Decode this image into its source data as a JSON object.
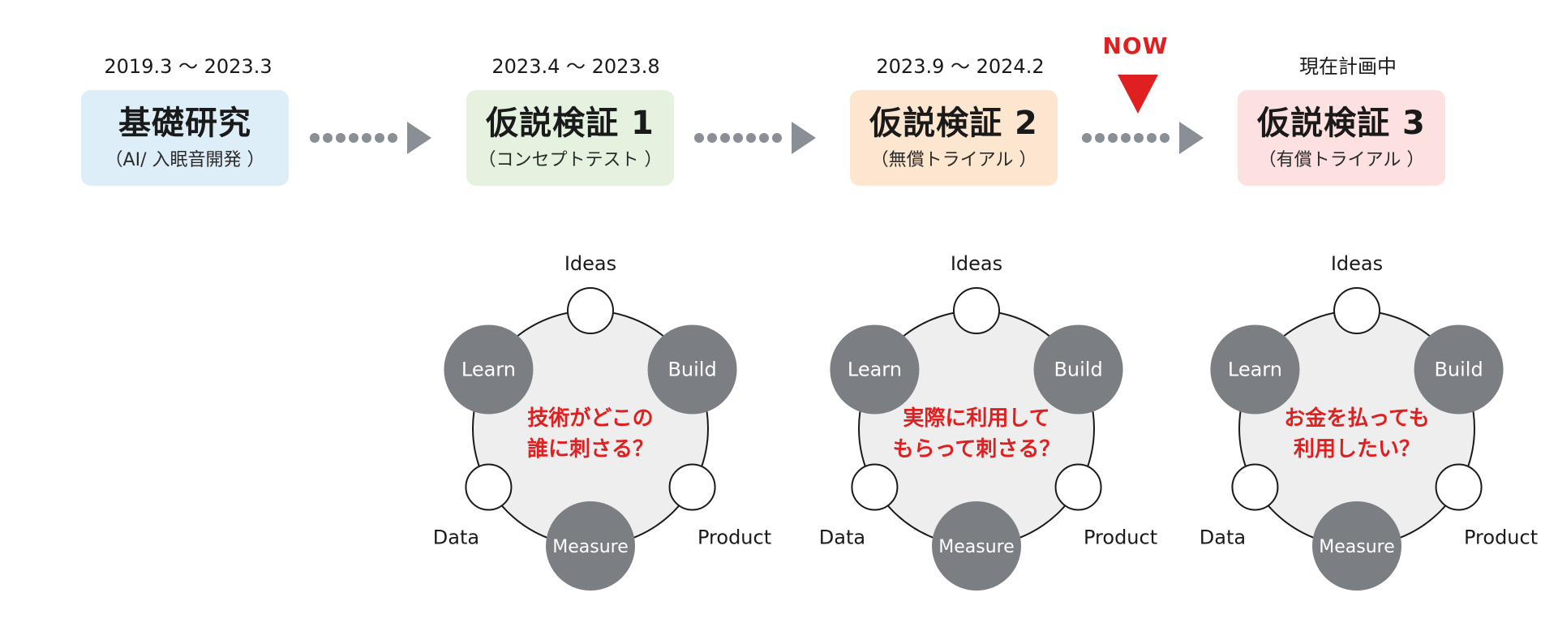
{
  "timeline": {
    "now_label": "NOW",
    "stages": [
      {
        "date": "2019.3 〜 2023.3",
        "title": "基礎研究",
        "subtitle": "（AI/ 入眠音開発 ）",
        "color": "#ddeef8"
      },
      {
        "date": "2023.4 〜 2023.8",
        "title": "仮説検証 1",
        "subtitle": "（コンセプトテスト ）",
        "color": "#e4f2df"
      },
      {
        "date": "2023.9 〜 2024.2",
        "title": "仮説検証 2",
        "subtitle": "（無償トライアル ）",
        "color": "#fde6cf"
      },
      {
        "date": "現在計画中",
        "title": "仮説検証 3",
        "subtitle": "（有償トライアル ）",
        "color": "#fde0e0"
      }
    ]
  },
  "cycle_labels": {
    "ideas": "Ideas",
    "learn": "Learn",
    "build": "Build",
    "data": "Data",
    "product": "Product",
    "measure": "Measure"
  },
  "cycles": [
    {
      "question_line1": "技術がどこの",
      "question_line2": "誰に刺さる？"
    },
    {
      "question_line1": "実際に利用して",
      "question_line2": "もらって刺さる？"
    },
    {
      "question_line1": "お金を払っても",
      "question_line2": "利用したい？"
    }
  ],
  "colors": {
    "arrow": "#8a8f96",
    "node_dark": "#7b7e82",
    "cycle_fill": "#eeeeee",
    "question": "#e02020",
    "now_marker": "#e02020"
  }
}
